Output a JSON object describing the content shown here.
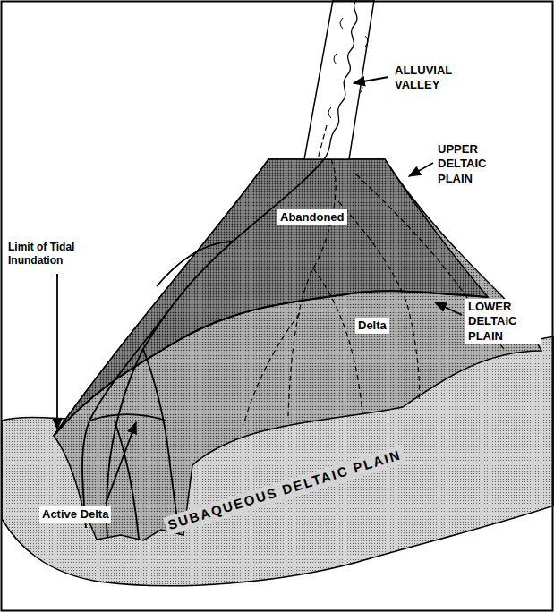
{
  "diagram": {
    "labels": [
      "ALLUVIAL VALLEY",
      "UPPER DELTAIC PLAIN",
      "Limit of Tidal Inundation",
      "Abandoned",
      "Delta",
      "LOWER DELTAIC PLAIN",
      "Active Delta",
      "SUBAQUEOUS DELTAIC PLAIN"
    ]
  }
}
